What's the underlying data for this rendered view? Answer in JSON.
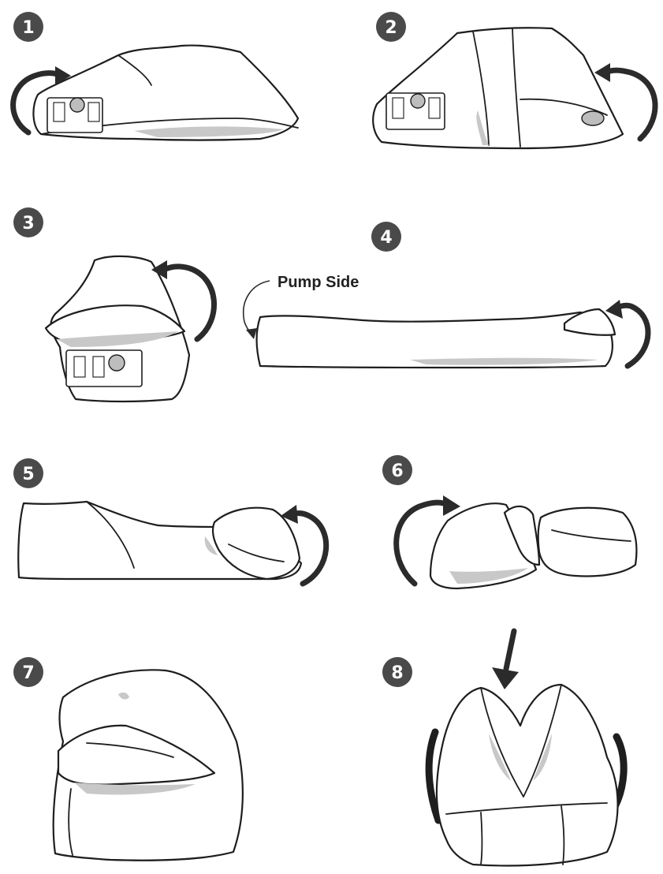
{
  "steps": [
    {
      "number": "1"
    },
    {
      "number": "2"
    },
    {
      "number": "3"
    },
    {
      "number": "4",
      "label": "Pump Side"
    },
    {
      "number": "5"
    },
    {
      "number": "6"
    },
    {
      "number": "7"
    },
    {
      "number": "8"
    }
  ],
  "colors": {
    "badge": "#4a4a4a",
    "ink": "#1e1e1e",
    "shade": "#c8c8c8",
    "background": "#ffffff"
  },
  "icons": [
    "curved-arrow-icon",
    "down-arrow-icon",
    "step-badge-icon"
  ]
}
